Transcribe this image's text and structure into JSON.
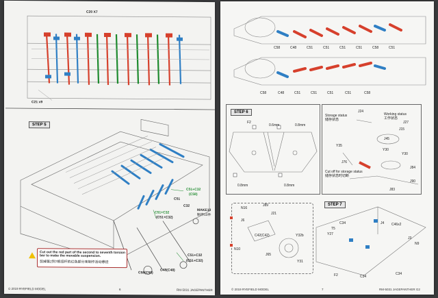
{
  "left_page": {
    "top_labels": {
      "c20": "C20 X7",
      "c21": "C21 x9"
    },
    "step5": {
      "title": "STEP 5",
      "labels": {
        "c51_c32": "C51+C32",
        "c58": "(C58)",
        "c51": "C51",
        "c51_c32_alt": "(C51+C32)",
        "c32": "C32",
        "make10": "MAKE10",
        "make10_cn": "制作10件",
        "c51_c32_b": "C51+C32",
        "c51_c32_b_alt": "(C51+C32)",
        "c48": "C48(C48)",
        "c58_bot": "C58(C58)"
      },
      "note": {
        "text_en": "Cut out the red part of the second to seventh torsion bar to make the movable suspension.",
        "text_cn": "剪掉第2到7根扭杆的红色部分来制作活动悬挂"
      }
    },
    "footer": {
      "copyright": "© 2019 RYEFIELD MODEL",
      "page": "6",
      "code": "RM-5031 JAGEPANTHER"
    }
  },
  "right_page": {
    "top_labels": {
      "row1": [
        "C58",
        "C48",
        "C51",
        "C51",
        "C51",
        "C51",
        "C58",
        "C51"
      ],
      "row2": [
        "C58",
        "C48",
        "C51",
        "C51",
        "C51",
        "C51",
        "C58"
      ]
    },
    "step6": {
      "title": "STEP 6",
      "labels": {
        "f2": "F2",
        "mm_a": "0.6mm",
        "mm_b": "0.8mm",
        "mm_c": "0.8mm",
        "mm_d": "0.8mm"
      }
    },
    "tow": {
      "storage_status": "Storage status",
      "storage_status_cn": "储存状态",
      "working_status": "Working status",
      "working_status_cn": "工作状态",
      "cut_off": "Cut off for storage status",
      "cut_off_cn": "储存状态时切断",
      "labels": {
        "j24": "J24",
        "j27": "J27",
        "j15": "J15",
        "j45": "J45",
        "y35": "Y35",
        "y30a": "Y30",
        "y30b": "Y30",
        "j76": "J76",
        "j84": "J84",
        "j83": "J83",
        "j90": "J90"
      }
    },
    "step7": {
      "title": "STEP 7",
      "labels": {
        "n16": "N16",
        "j6": "J6",
        "j89": "J89",
        "j21": "J21",
        "c42": "C42(C42)",
        "y32b": "Y32b",
        "n10": "N10",
        "j65": "J65",
        "y31": "Y31",
        "c34a": "C34",
        "t5": "T5",
        "y27": "Y27",
        "j4": "J4",
        "c46x2": "C46x2",
        "j3": "J3",
        "n9": "N9",
        "f2": "F2",
        "c34b": "C34",
        "c34c": "C34"
      }
    },
    "footer": {
      "copyright": "© 2019 RYEFIELD MODEL",
      "page": "7",
      "code": "RM-5031 JAGEPANTHER G2"
    }
  },
  "colors": {
    "red": "#d6402c",
    "blue": "#2f7fc4",
    "green": "#1e8a2e",
    "paper": "#f3f3f1"
  }
}
